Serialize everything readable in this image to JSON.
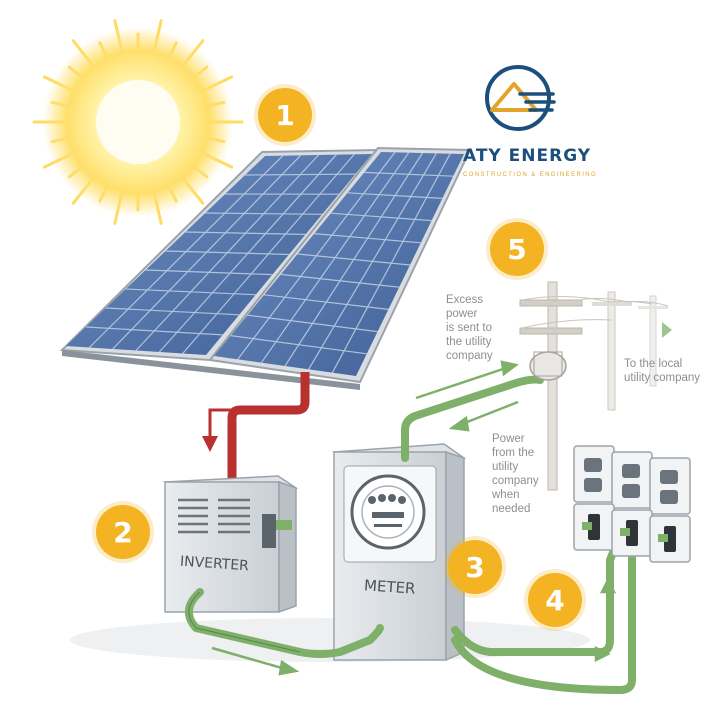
{
  "brand": {
    "name": "ATY ENERGY",
    "tagline": "CONSTRUCTION & ENGINEERING",
    "colors": {
      "navy": "#1d4f7c",
      "gold": "#e0a52a"
    }
  },
  "steps": [
    "1",
    "2",
    "3",
    "4",
    "5"
  ],
  "devices": {
    "inverter": "INVERTER",
    "meter": "METER"
  },
  "notes": {
    "excess_power": [
      "Excess",
      "power",
      "is sent to",
      "the utility",
      "company"
    ],
    "utility_company": [
      "To the local",
      "utility company"
    ],
    "power_from_utility": [
      "Power",
      "from the",
      "utility",
      "company",
      "when",
      "needed"
    ]
  },
  "icons": [
    "sun-icon",
    "solar-panel-icon",
    "inverter-box-icon",
    "meter-box-icon",
    "utility-pole-icon",
    "outlet-icon",
    "switch-icon",
    "arrow-icon"
  ],
  "colors": {
    "badge": "#f4b322",
    "cable": "#7fb069",
    "dc_wire": "#b8312f",
    "panel": "#4a6fa5"
  }
}
